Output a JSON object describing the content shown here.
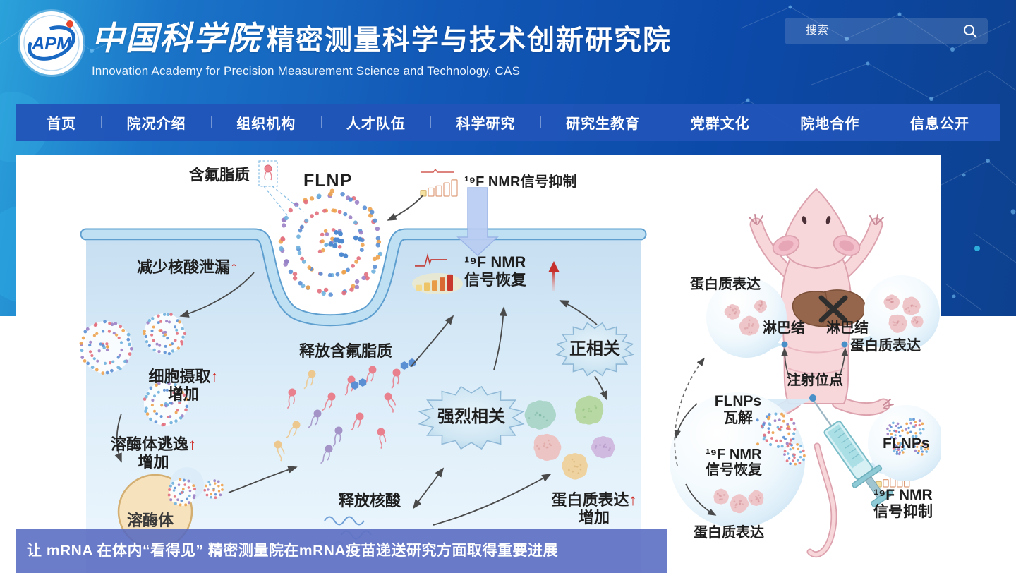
{
  "theme": {
    "header_blue": "#1258b6",
    "nav_blue": "#2154b8",
    "caption_blue": "#566ac0",
    "arrow_red": "#cf2b26"
  },
  "header": {
    "logo_text": "APM",
    "title_calligraphy": "中国科学院",
    "title_main": "精密测量科学与技术创新研究院",
    "subtitle_en": "Innovation Academy for Precision Measurement Science and Technology, CAS",
    "search_placeholder": "搜索"
  },
  "nav": {
    "items": [
      "首页",
      "院况介绍",
      "组织机构",
      "人才队伍",
      "科学研究",
      "研究生教育",
      "党群文化",
      "院地合作",
      "信息公开"
    ]
  },
  "figure": {
    "arrow_up": "↑",
    "cell": {
      "fluorinated_lipid": "含氟脂质",
      "flnp": "FLNP",
      "nmr_suppressed": "¹⁹F NMR信号抑制",
      "nmr_line": "¹⁹F NMR",
      "signal_recovered": "信号恢复",
      "reduce_leakage": "减少核酸泄漏",
      "cell_uptake": "细胞摄取",
      "increase": "增加",
      "lysosome_escape": "溶酶体逃逸",
      "lysosome": "溶酶体",
      "release_lipid": "释放含氟脂质",
      "strong_correlation": "强烈相关",
      "positive_correlation": "正相关",
      "release_nucleic_acid": "释放核酸",
      "protein_expression": "蛋白质表达"
    },
    "mouse": {
      "protein_expression": "蛋白质表达",
      "lymph_node": "淋巴结",
      "injection_site": "注射位点",
      "flnps": "FLNPs",
      "disintegrate": "瓦解",
      "nmr_line": "¹⁹F NMR",
      "signal_recovered": "信号恢复",
      "signal_suppressed": "信号抑制"
    }
  },
  "caption": {
    "text": "让 mRNA 在体内“看得见” 精密测量院在mRNA疫苗递送研究方面取得重要进展"
  }
}
